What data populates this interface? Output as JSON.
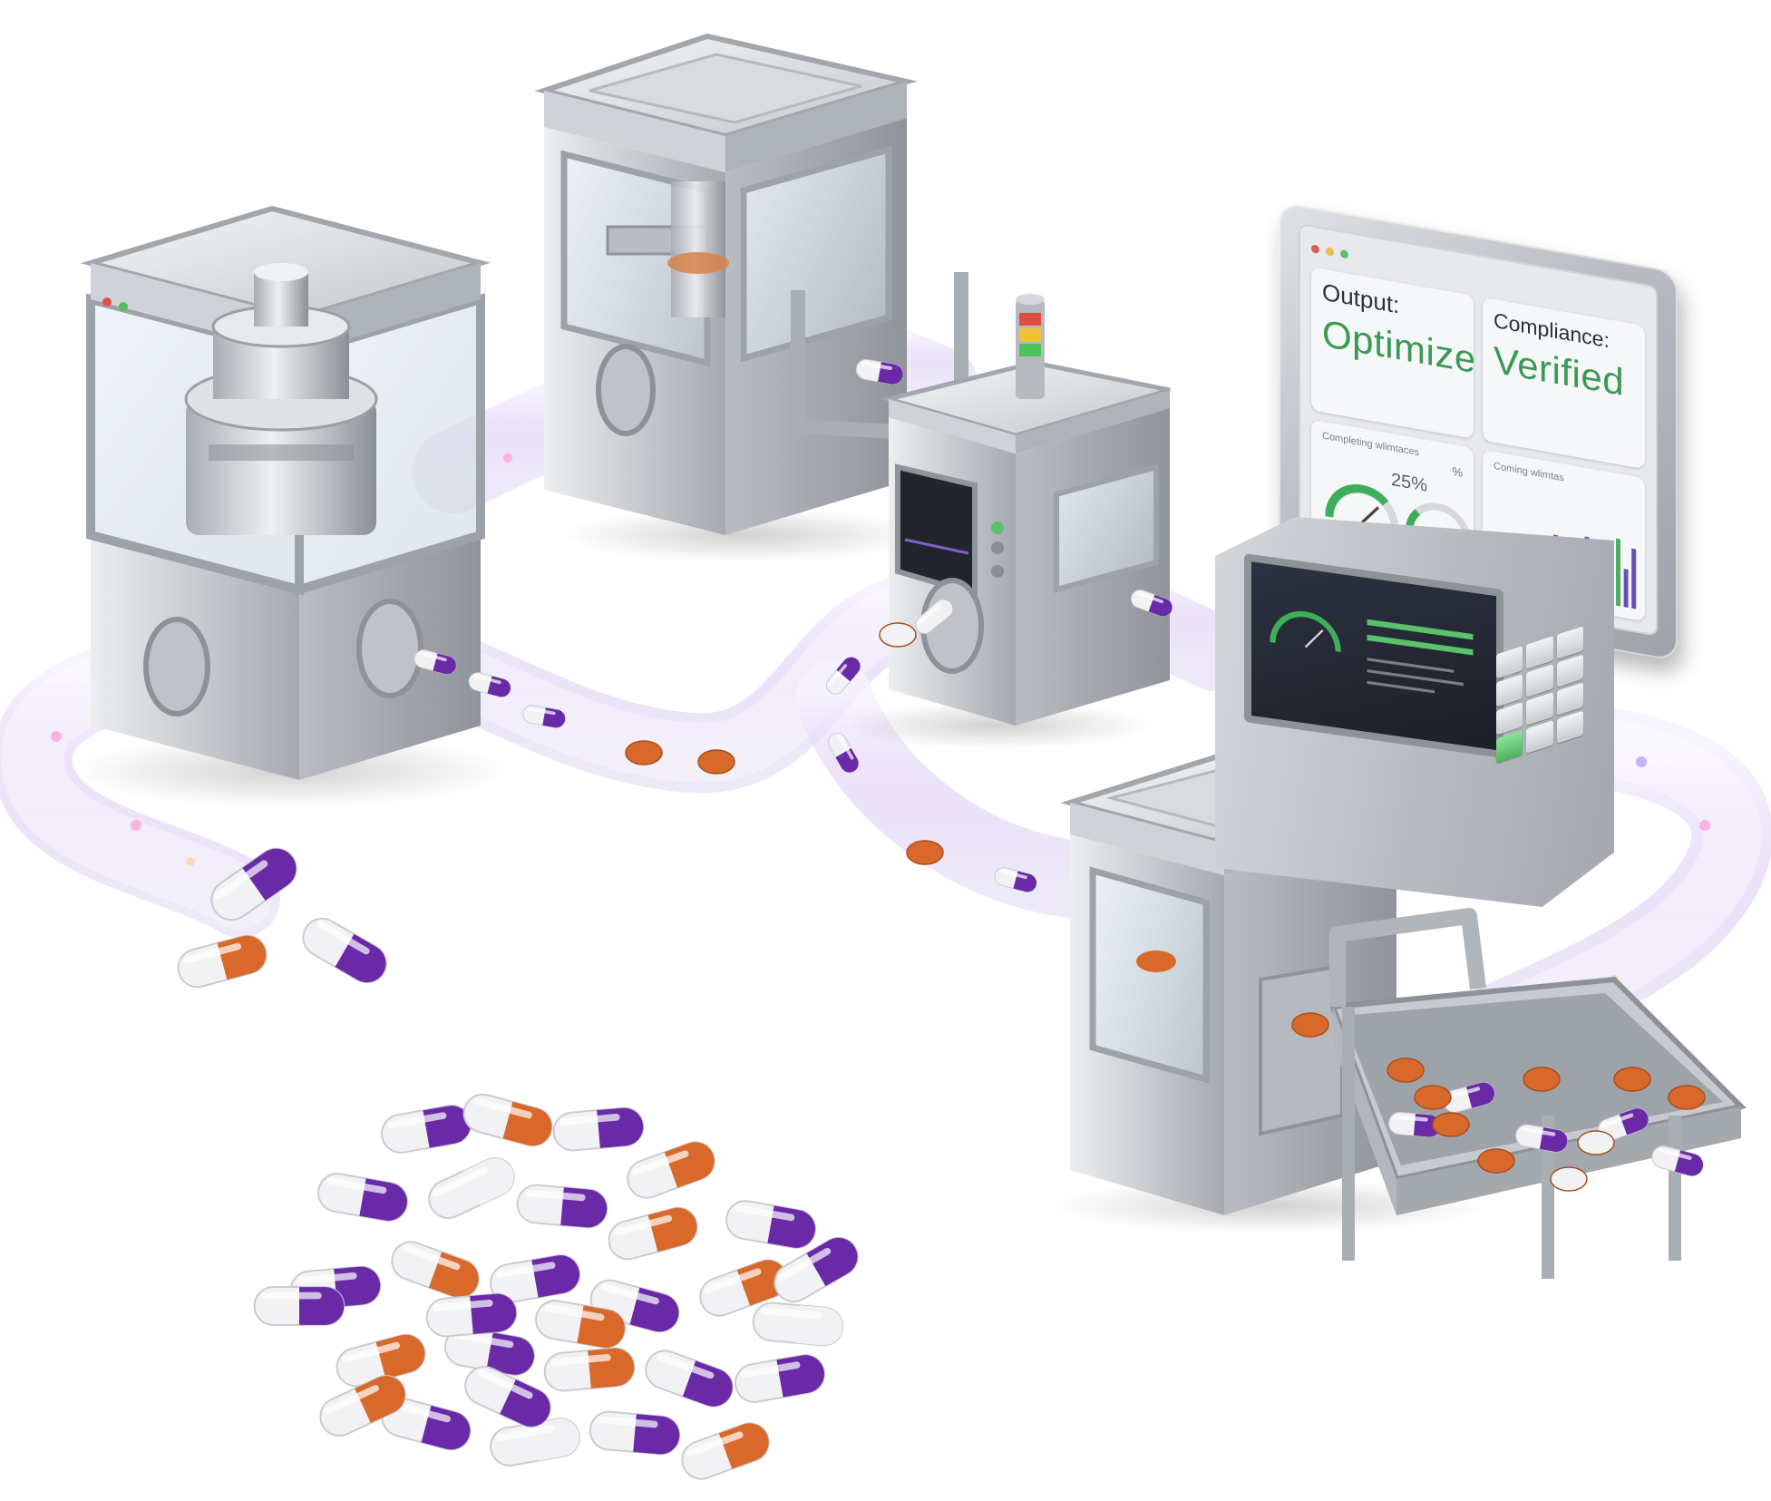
{
  "dashboard": {
    "output_label": "Output:",
    "output_value": "Optimized",
    "compliance_label": "Compliance:",
    "compliance_value": "Verified",
    "gauge_caption": "Completing wlimtaces",
    "gauge_value": "25%",
    "gauge_unit": "%",
    "chart_caption": "Coming wlimtas",
    "gauge_level": 0.25
  },
  "colors": {
    "capsule_purple": "#6a2aa8",
    "capsule_white": "#f2f2f4",
    "capsule_orange": "#d9692a",
    "steel_light": "#e3e5e8",
    "steel_dark": "#8c9197",
    "status_green": "#3a9a55",
    "tube_glow": "#c9a8f0"
  },
  "icons": {
    "signal_tower": "signal-tower-icon",
    "window_controls": "window-controls-icon"
  }
}
